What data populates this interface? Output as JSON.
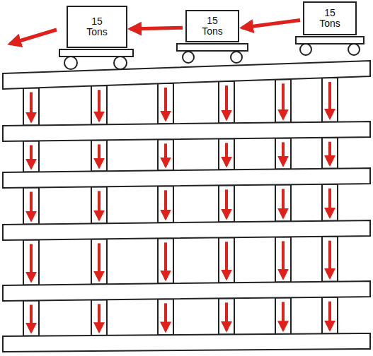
{
  "diagram": {
    "nodes": [
      {
        "text": [
          "15 Tons"
        ]
      },
      {
        "text": [
          "15 Tons"
        ]
      },
      {
        "text": [
          "15 Tons"
        ]
      }
    ],
    "edges": [
      {
        "from": 2,
        "to": 1,
        "arrow": "to"
      },
      {
        "from": 1,
        "to": 0,
        "arrow": "to"
      }
    ]
  }
}
